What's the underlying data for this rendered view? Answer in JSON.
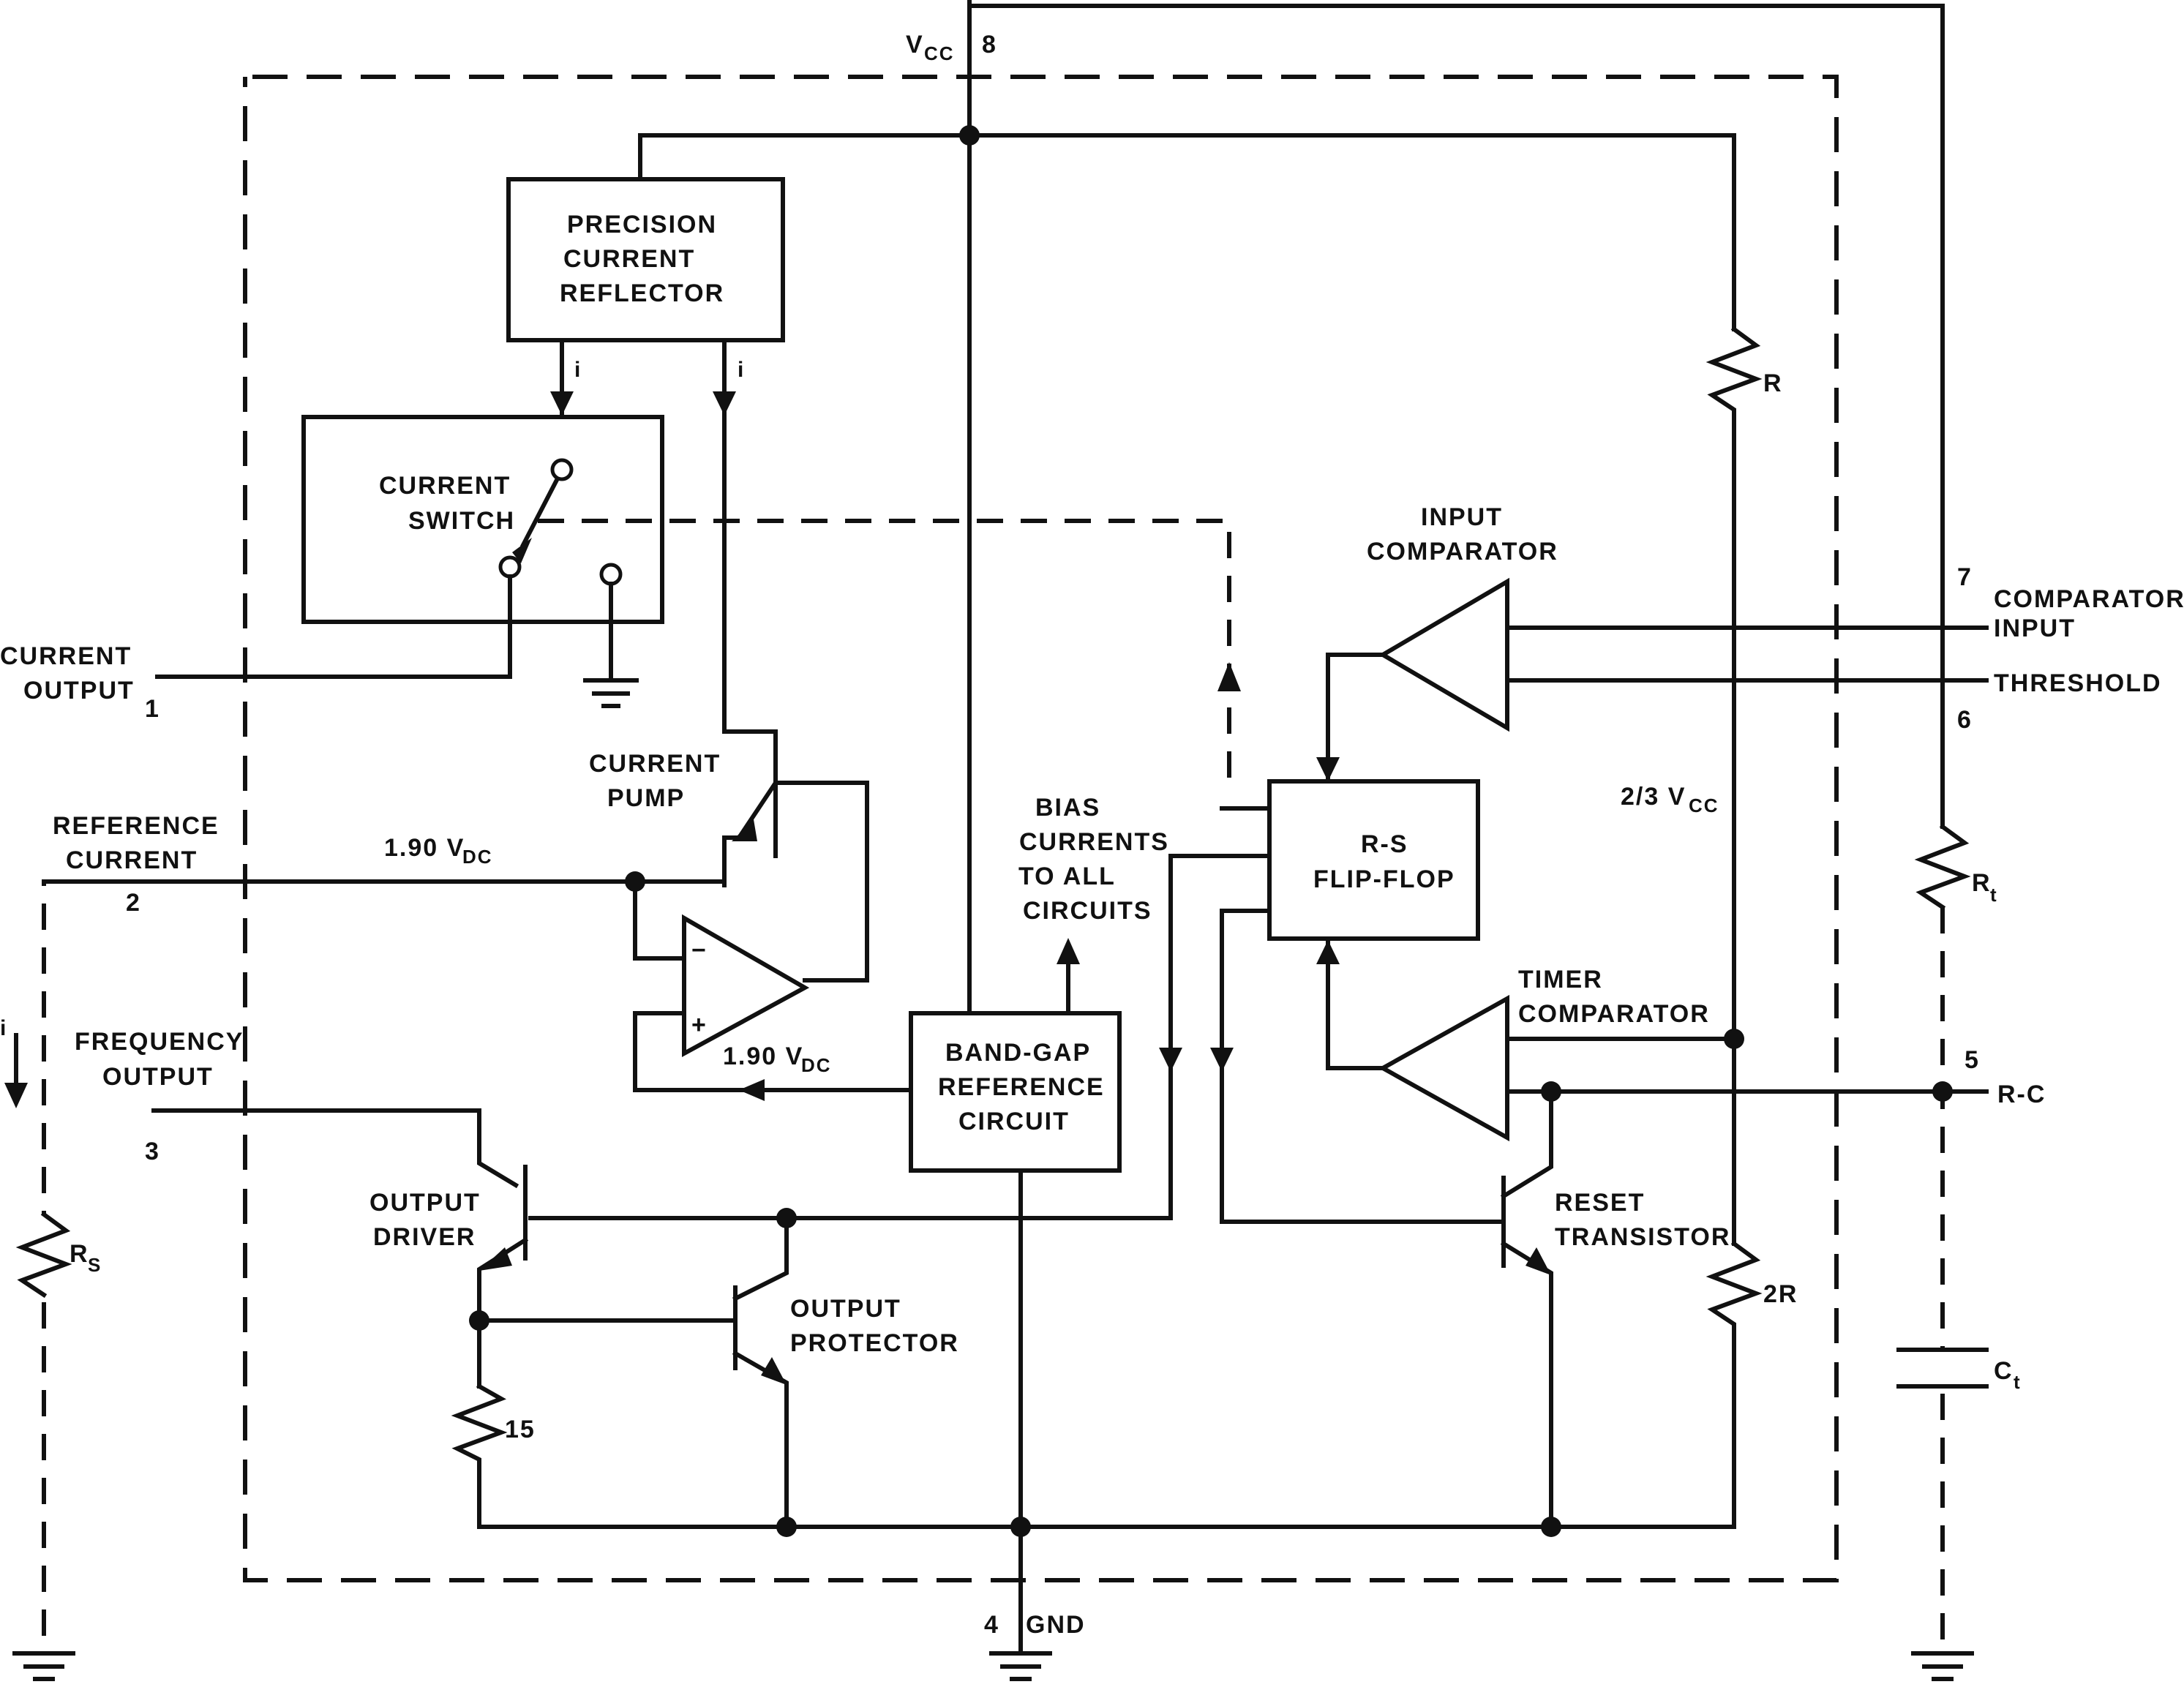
{
  "labels": {
    "vcc_main": "V",
    "vcc_sub": "CC",
    "pin8": "8",
    "pin1": "1",
    "pin2": "2",
    "pin3": "3",
    "pin4": "4",
    "pin5": "5",
    "pin6": "6",
    "pin7": "7",
    "gnd": "GND",
    "current_output": [
      "CURRENT",
      "OUTPUT"
    ],
    "reference_current": [
      "REFERENCE",
      "CURRENT"
    ],
    "frequency_output": [
      "FREQUENCY",
      "OUTPUT"
    ],
    "comparator_input": [
      "COMPARATOR",
      "INPUT"
    ],
    "threshold": "THRESHOLD",
    "rc": "R-C",
    "precision_current_reflector": [
      "PRECISION",
      "CURRENT",
      "REFLECTOR"
    ],
    "current_switch": [
      "CURRENT",
      "SWITCH"
    ],
    "current_pump": [
      "CURRENT",
      "PUMP"
    ],
    "bias_currents": [
      "BIAS",
      "CURRENTS",
      "TO ALL",
      "CIRCUITS"
    ],
    "band_gap": [
      "BAND-GAP",
      "REFERENCE",
      "CIRCUIT"
    ],
    "input_comparator": [
      "INPUT",
      "COMPARATOR"
    ],
    "timer_comparator": [
      "TIMER",
      "COMPARATOR"
    ],
    "rs_flipflop": [
      "R-S",
      "FLIP-FLOP"
    ],
    "output_driver": [
      "OUTPUT",
      "DRIVER"
    ],
    "output_protector": [
      "OUTPUT",
      "PROTECTOR"
    ],
    "reset_transistor": [
      "RESET",
      "TRANSISTOR"
    ],
    "v190_a_main": "1.90 V",
    "v190_a_sub": "DC",
    "v190_b_main": "1.90 V",
    "v190_b_sub": "DC",
    "two_thirds_main": "2/3 V",
    "two_thirds_sub": "CC",
    "r": "R",
    "r2": "2R",
    "r15": "15",
    "rs_main": "R",
    "rs_sub": "S",
    "rt_main": "R",
    "rt_sub": "t",
    "ct_main": "C",
    "ct_sub": "t",
    "i_a": "i",
    "i_b": "i",
    "i_c": "i",
    "minus": "−",
    "plus": "+"
  }
}
